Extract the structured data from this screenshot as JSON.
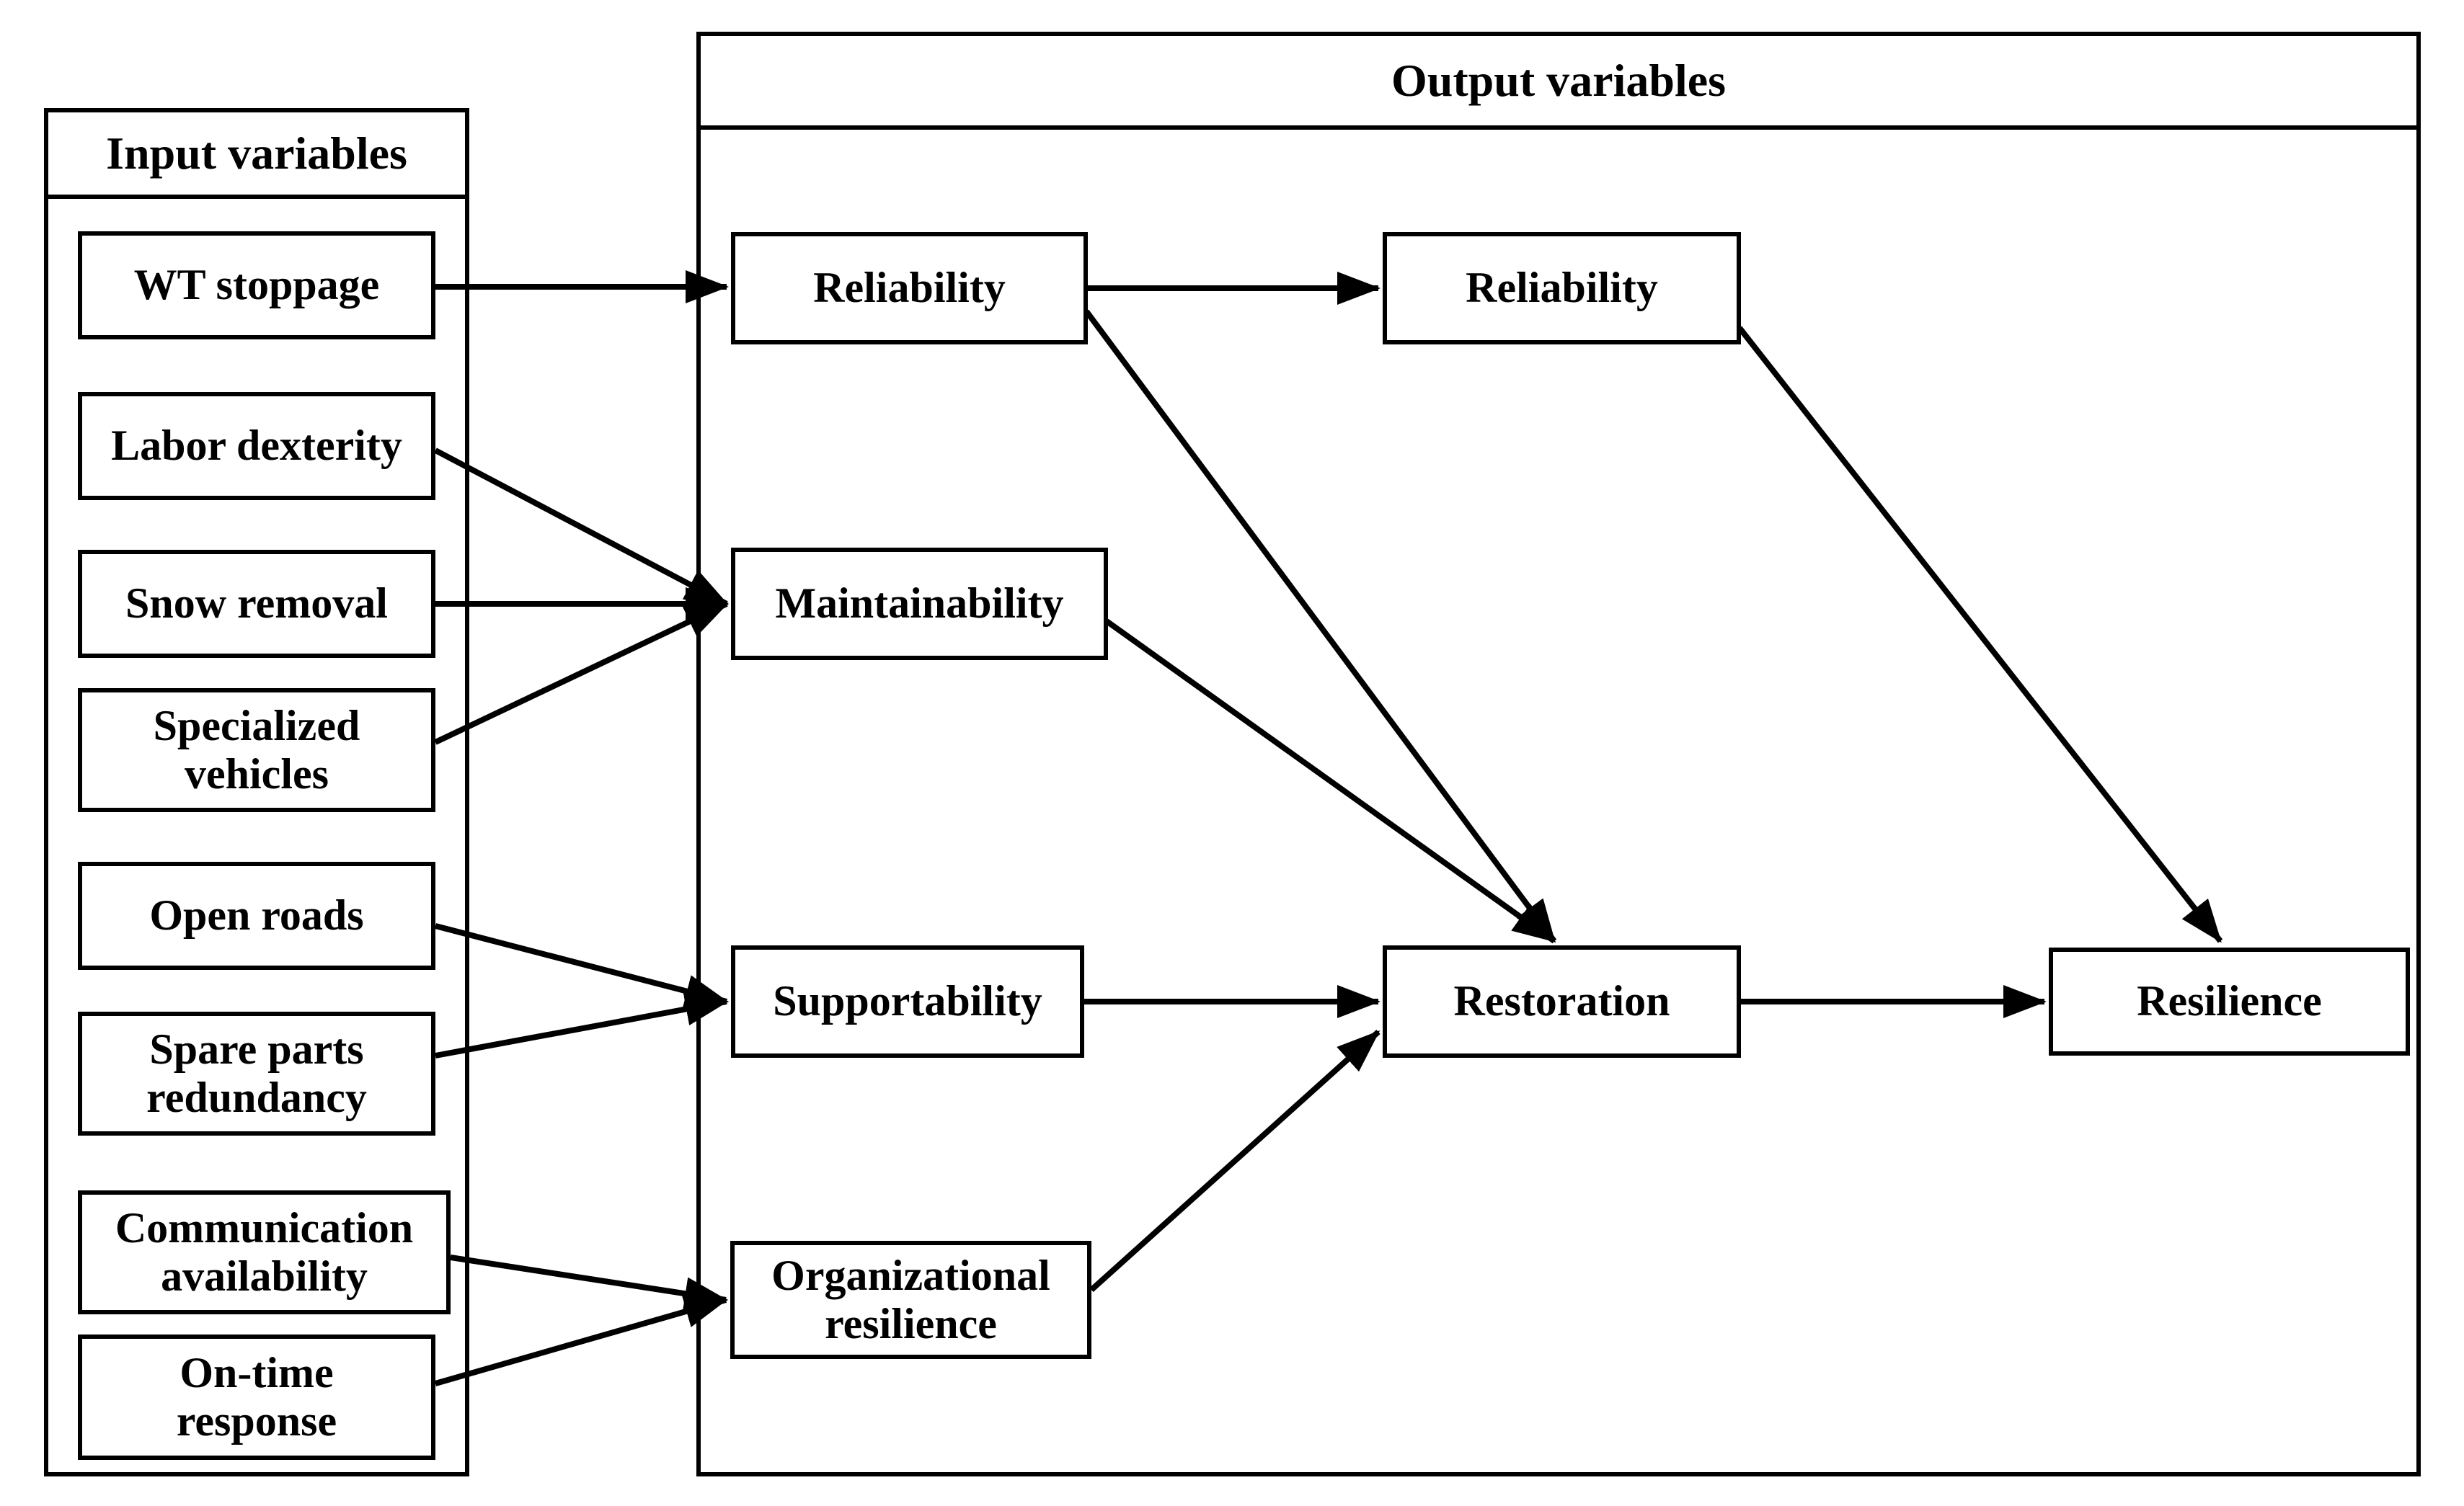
{
  "diagram": {
    "input_panel": {
      "title": "Input variables",
      "boxes": [
        {
          "id": "wt-stoppage",
          "label": "WT stoppage"
        },
        {
          "id": "labor-dexterity",
          "label": "Labor dexterity"
        },
        {
          "id": "snow-removal",
          "label": "Snow removal"
        },
        {
          "id": "specialized-vehicles",
          "label": "Specialized\nvehicles"
        },
        {
          "id": "open-roads",
          "label": "Open roads"
        },
        {
          "id": "spare-parts-redundancy",
          "label": "Spare parts\nredundancy"
        },
        {
          "id": "communication-availability",
          "label": "Communication\navailability"
        },
        {
          "id": "on-time-response",
          "label": "On-time\nresponse"
        }
      ]
    },
    "output_panel": {
      "title": "Output variables",
      "boxes": [
        {
          "id": "reliability-1",
          "label": "Reliability"
        },
        {
          "id": "reliability-2",
          "label": "Reliability"
        },
        {
          "id": "maintainability",
          "label": "Maintainability"
        },
        {
          "id": "supportability",
          "label": "Supportability"
        },
        {
          "id": "restoration",
          "label": "Restoration"
        },
        {
          "id": "organizational-resilience",
          "label": "Organizational\nresilience"
        },
        {
          "id": "resilience",
          "label": "Resilience"
        }
      ]
    },
    "edges": [
      {
        "from": "wt-stoppage",
        "to": "reliability-1"
      },
      {
        "from": "labor-dexterity",
        "to": "maintainability"
      },
      {
        "from": "snow-removal",
        "to": "maintainability"
      },
      {
        "from": "specialized-vehicles",
        "to": "maintainability"
      },
      {
        "from": "open-roads",
        "to": "supportability"
      },
      {
        "from": "spare-parts-redundancy",
        "to": "supportability"
      },
      {
        "from": "communication-availability",
        "to": "organizational-resilience"
      },
      {
        "from": "on-time-response",
        "to": "organizational-resilience"
      },
      {
        "from": "reliability-1",
        "to": "reliability-2"
      },
      {
        "from": "reliability-1",
        "to": "restoration"
      },
      {
        "from": "maintainability",
        "to": "restoration"
      },
      {
        "from": "supportability",
        "to": "restoration"
      },
      {
        "from": "organizational-resilience",
        "to": "restoration"
      },
      {
        "from": "restoration",
        "to": "resilience"
      },
      {
        "from": "reliability-2",
        "to": "resilience"
      }
    ],
    "colors": {
      "line": "#000000",
      "background": "#ffffff"
    }
  }
}
